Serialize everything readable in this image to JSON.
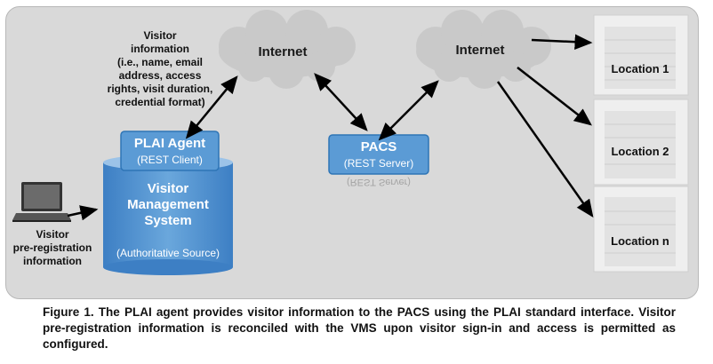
{
  "diagram": {
    "clouds": [
      {
        "label": "Internet"
      },
      {
        "label": "Internet"
      }
    ],
    "vms": {
      "agent_title": "PLAI Agent",
      "agent_sub": "(REST Client)",
      "title_lines": [
        "Visitor",
        "Management",
        "System"
      ],
      "sub": "(Authoritative Source)"
    },
    "pacs": {
      "title": "PACS",
      "sub": "(REST Server)",
      "reflection": "(REST Server)"
    },
    "visitor_info": "Visitor information (i.e., name, email address, access rights, visit duration, credential format)",
    "visitor_info_lines": [
      "Visitor",
      "information",
      "(i.e., name, email",
      "address, access",
      "rights, visit duration,",
      "credential format)"
    ],
    "prereg_lines": [
      "Visitor",
      "pre-registration",
      "information"
    ],
    "locations": [
      {
        "label": "Location 1"
      },
      {
        "label": "Location 2"
      },
      {
        "label": "Location n"
      }
    ],
    "icons": {
      "laptop": "laptop-icon",
      "building": "building-icon"
    },
    "colors": {
      "panel": "#d9d9d9",
      "box_blue": "#5b9bd5",
      "box_dark": "#2e75b6",
      "cloud": "#c9c9c9"
    }
  },
  "caption": "Figure 1. The PLAI agent provides visitor information to the PACS using the PLAI standard interface. Visitor pre-registration information is reconciled with the VMS upon visitor sign-in and access is permitted as configured."
}
